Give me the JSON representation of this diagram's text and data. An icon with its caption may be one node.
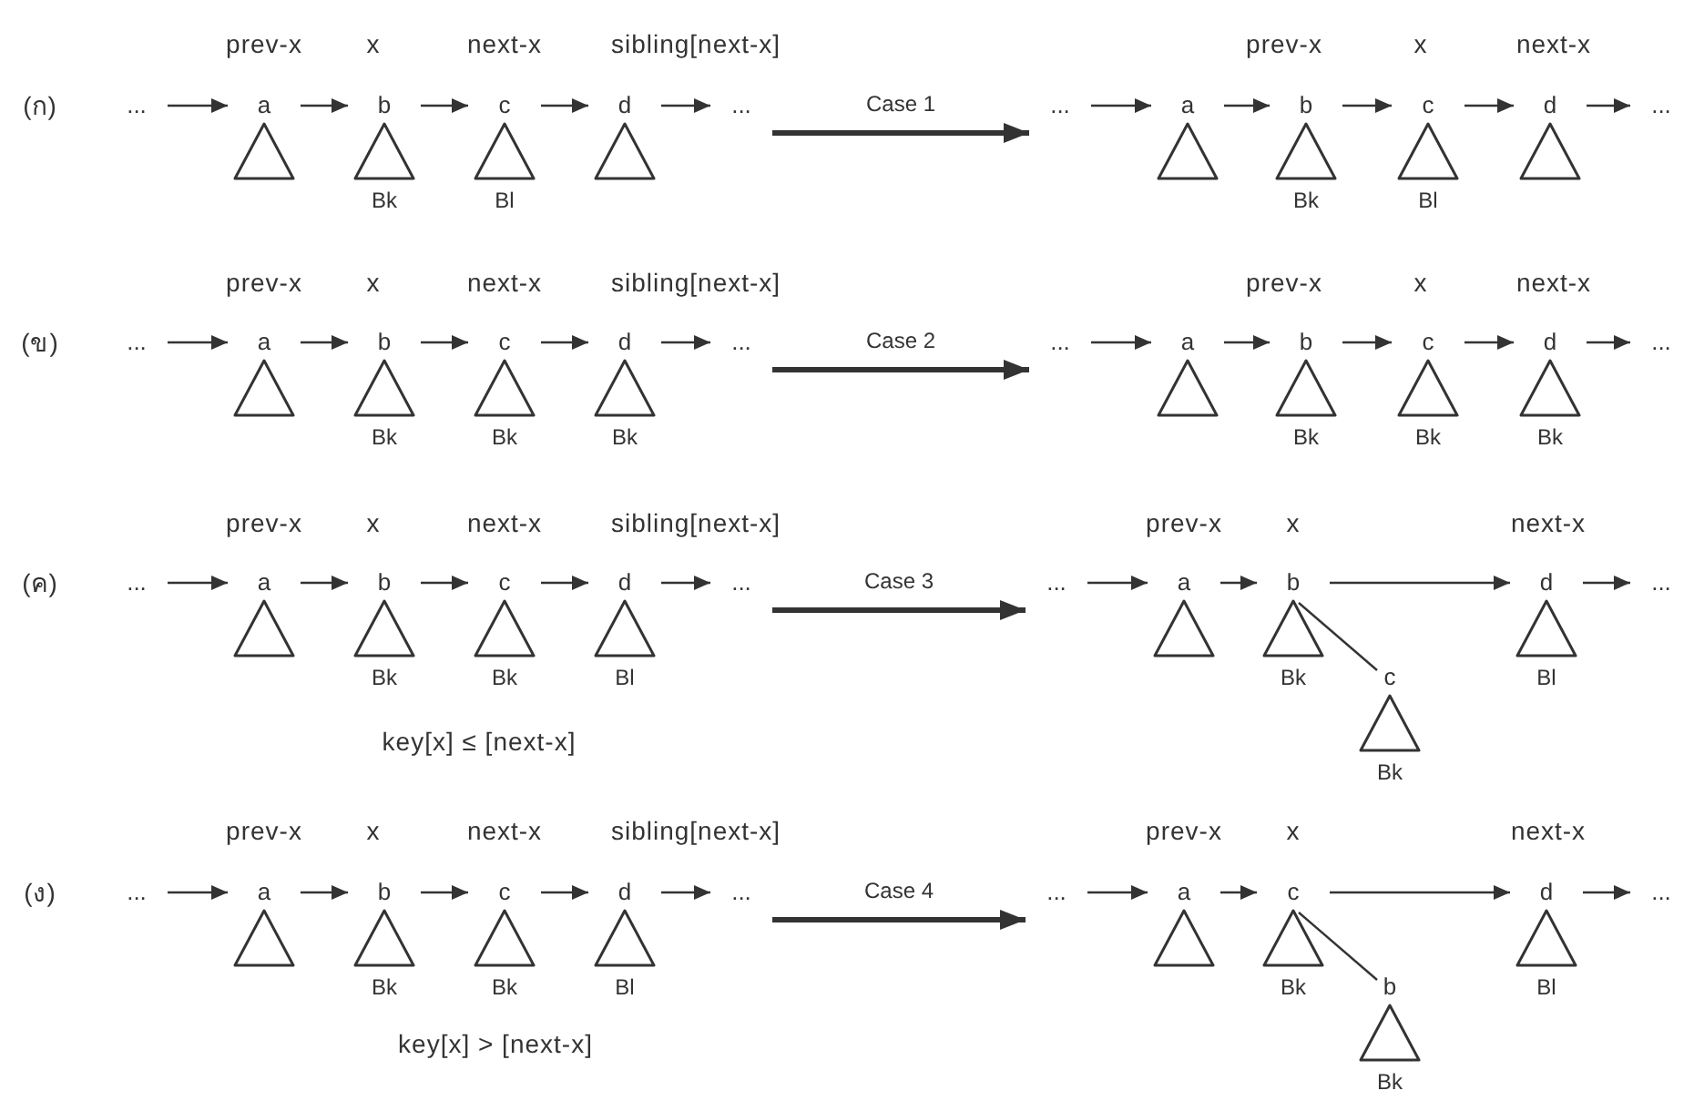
{
  "diagram": {
    "nodes": [
      {
        "text": [
          "..."
        ]
      },
      {
        "text": [
          "a"
        ]
      },
      {
        "text": [
          "b",
          "Bk"
        ]
      },
      {
        "text": [
          "c",
          "Bl"
        ]
      },
      {
        "text": [
          "d"
        ]
      },
      {
        "text": [
          "..."
        ]
      },
      {
        "text": [
          "..."
        ]
      },
      {
        "text": [
          "a"
        ]
      },
      {
        "text": [
          "b",
          "Bk"
        ]
      },
      {
        "text": [
          "c",
          "Bl"
        ]
      },
      {
        "text": [
          "d"
        ]
      },
      {
        "text": [
          "..."
        ]
      },
      {
        "text": [
          "..."
        ]
      },
      {
        "text": [
          "a"
        ]
      },
      {
        "text": [
          "b",
          "Bk"
        ]
      },
      {
        "text": [
          "c",
          "Bk"
        ]
      },
      {
        "text": [
          "d",
          "Bk"
        ]
      },
      {
        "text": [
          "..."
        ]
      },
      {
        "text": [
          "..."
        ]
      },
      {
        "text": [
          "a"
        ]
      },
      {
        "text": [
          "b",
          "Bk"
        ]
      },
      {
        "text": [
          "c",
          "Bk"
        ]
      },
      {
        "text": [
          "d",
          "Bk"
        ]
      },
      {
        "text": [
          "..."
        ]
      },
      {
        "text": [
          "..."
        ]
      },
      {
        "text": [
          "a"
        ]
      },
      {
        "text": [
          "b",
          "Bk"
        ]
      },
      {
        "text": [
          "c",
          "Bk"
        ]
      },
      {
        "text": [
          "d",
          "Bl"
        ]
      },
      {
        "text": [
          "..."
        ]
      },
      {
        "text": [
          "..."
        ]
      },
      {
        "text": [
          "a"
        ]
      },
      {
        "text": [
          "b",
          "Bk"
        ]
      },
      {
        "text": [
          "c",
          "Bk"
        ]
      },
      {
        "text": [
          "d",
          "Bl"
        ]
      },
      {
        "text": [
          "..."
        ]
      },
      {
        "text": [
          "..."
        ]
      },
      {
        "text": [
          "a"
        ]
      },
      {
        "text": [
          "b",
          "Bk"
        ]
      },
      {
        "text": [
          "c",
          "Bk"
        ]
      },
      {
        "text": [
          "d",
          "Bl"
        ]
      },
      {
        "text": [
          "..."
        ]
      },
      {
        "text": [
          "..."
        ]
      },
      {
        "text": [
          "a"
        ]
      },
      {
        "text": [
          "c",
          "Bk"
        ]
      },
      {
        "text": [
          "b",
          "Bk"
        ]
      },
      {
        "text": [
          "d",
          "Bl"
        ]
      },
      {
        "text": [
          "..."
        ]
      }
    ],
    "edges": [
      {
        "from": 0,
        "to": 1,
        "arrow": "to"
      },
      {
        "from": 1,
        "to": 2,
        "arrow": "to"
      },
      {
        "from": 2,
        "to": 3,
        "arrow": "to"
      },
      {
        "from": 3,
        "to": 4,
        "arrow": "to"
      },
      {
        "from": 4,
        "to": 5,
        "arrow": "to"
      },
      {
        "from": 5,
        "to": 6,
        "arrow": "to",
        "label": "Case 1",
        "style": "thick"
      },
      {
        "from": 6,
        "to": 7,
        "arrow": "to"
      },
      {
        "from": 7,
        "to": 8,
        "arrow": "to"
      },
      {
        "from": 8,
        "to": 9,
        "arrow": "to"
      },
      {
        "from": 9,
        "to": 10,
        "arrow": "to"
      },
      {
        "from": 10,
        "to": 11,
        "arrow": "to"
      },
      {
        "from": 12,
        "to": 13,
        "arrow": "to"
      },
      {
        "from": 13,
        "to": 14,
        "arrow": "to"
      },
      {
        "from": 14,
        "to": 15,
        "arrow": "to"
      },
      {
        "from": 15,
        "to": 16,
        "arrow": "to"
      },
      {
        "from": 16,
        "to": 17,
        "arrow": "to"
      },
      {
        "from": 17,
        "to": 18,
        "arrow": "to",
        "label": "Case 2",
        "style": "thick"
      },
      {
        "from": 18,
        "to": 19,
        "arrow": "to"
      },
      {
        "from": 19,
        "to": 20,
        "arrow": "to"
      },
      {
        "from": 20,
        "to": 21,
        "arrow": "to"
      },
      {
        "from": 21,
        "to": 22,
        "arrow": "to"
      },
      {
        "from": 22,
        "to": 23,
        "arrow": "to"
      },
      {
        "from": 24,
        "to": 25,
        "arrow": "to"
      },
      {
        "from": 25,
        "to": 26,
        "arrow": "to"
      },
      {
        "from": 26,
        "to": 27,
        "arrow": "to"
      },
      {
        "from": 27,
        "to": 28,
        "arrow": "to"
      },
      {
        "from": 28,
        "to": 29,
        "arrow": "to"
      },
      {
        "from": 29,
        "to": 30,
        "arrow": "to",
        "label": "Case 3",
        "style": "thick"
      },
      {
        "from": 30,
        "to": 31,
        "arrow": "to"
      },
      {
        "from": 31,
        "to": 32,
        "arrow": "to"
      },
      {
        "from": 32,
        "to": 34,
        "arrow": "to"
      },
      {
        "from": 32,
        "to": 33,
        "arrow": "none"
      },
      {
        "from": 34,
        "to": 35,
        "arrow": "to"
      },
      {
        "from": 36,
        "to": 37,
        "arrow": "to"
      },
      {
        "from": 37,
        "to": 38,
        "arrow": "to"
      },
      {
        "from": 38,
        "to": 39,
        "arrow": "to"
      },
      {
        "from": 39,
        "to": 40,
        "arrow": "to"
      },
      {
        "from": 40,
        "to": 41,
        "arrow": "to"
      },
      {
        "from": 41,
        "to": 42,
        "arrow": "to",
        "label": "Case 4",
        "style": "thick"
      },
      {
        "from": 42,
        "to": 43,
        "arrow": "to"
      },
      {
        "from": 43,
        "to": 44,
        "arrow": "to"
      },
      {
        "from": 44,
        "to": 46,
        "arrow": "to"
      },
      {
        "from": 44,
        "to": 45,
        "arrow": "none"
      },
      {
        "from": 46,
        "to": 47,
        "arrow": "to"
      }
    ],
    "labels": [
      "prev-x",
      "x",
      "next-x",
      "sibling[next-x]",
      "prev-x",
      "x",
      "next-x",
      "(ก)",
      "prev-x",
      "x",
      "next-x",
      "sibling[next-x]",
      "prev-x",
      "x",
      "next-x",
      "(ข)",
      "prev-x",
      "x",
      "next-x",
      "sibling[next-x]",
      "prev-x",
      "x",
      "next-x",
      "(ค)",
      "key[x] ≤ [next-x]",
      "prev-x",
      "x",
      "next-x",
      "sibling[next-x]",
      "prev-x",
      "x",
      "next-x",
      "(ง)",
      "key[x] > [next-x]"
    ]
  }
}
